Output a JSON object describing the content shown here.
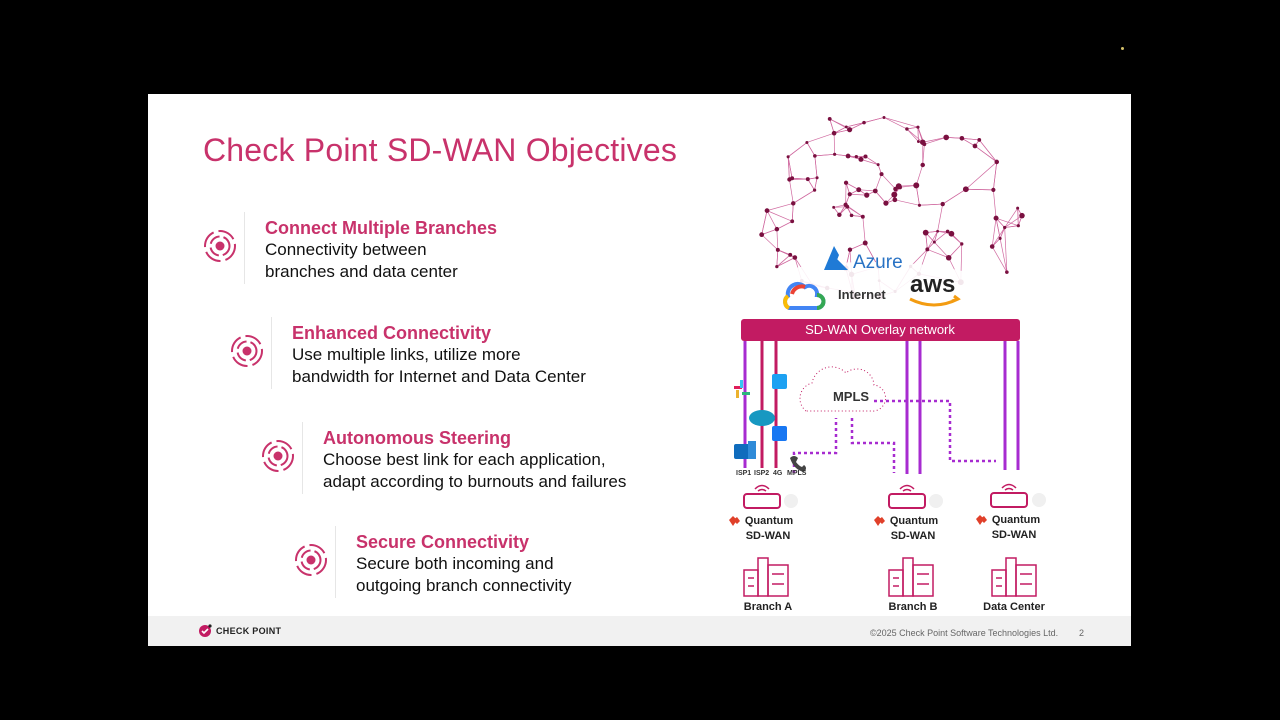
{
  "slide": {
    "title": "Check Point SD-WAN Objectives",
    "objectives": [
      {
        "heading": "Connect Multiple Branches",
        "lines": [
          "Connectivity between",
          "branches and data center"
        ]
      },
      {
        "heading": "Enhanced Connectivity",
        "lines": [
          "Use multiple links, utilize more",
          "bandwidth for Internet and Data Center"
        ]
      },
      {
        "heading": "Autonomous Steering",
        "lines": [
          "Choose best link for each application,",
          "adapt according to burnouts and failures"
        ]
      },
      {
        "heading": "Secure Connectivity",
        "lines": [
          "Secure both incoming and",
          "outgoing branch connectivity"
        ]
      }
    ],
    "footer": {
      "brand": "CHECK POINT",
      "copyright": "©2025 Check Point Software Technologies Ltd.",
      "page": "2"
    }
  },
  "diagram": {
    "cloud_labels": {
      "azure": "Azure",
      "internet": "Internet",
      "aws": "aws"
    },
    "overlay": "SD-WAN Overlay network",
    "mpls": "MPLS",
    "link_labels": [
      "ISP1",
      "ISP2",
      "4G",
      "MPLS"
    ],
    "sites": [
      {
        "device": [
          "Quantum",
          "SD-WAN"
        ],
        "site": "Branch A"
      },
      {
        "device": [
          "Quantum",
          "SD-WAN"
        ],
        "site": "Branch B"
      },
      {
        "device": [
          "Quantum",
          "SD-WAN"
        ],
        "site": "Data Center"
      }
    ],
    "colors": {
      "accent": "#c8326b",
      "overlay": "#c21b62",
      "link": "#a72bd0"
    }
  }
}
